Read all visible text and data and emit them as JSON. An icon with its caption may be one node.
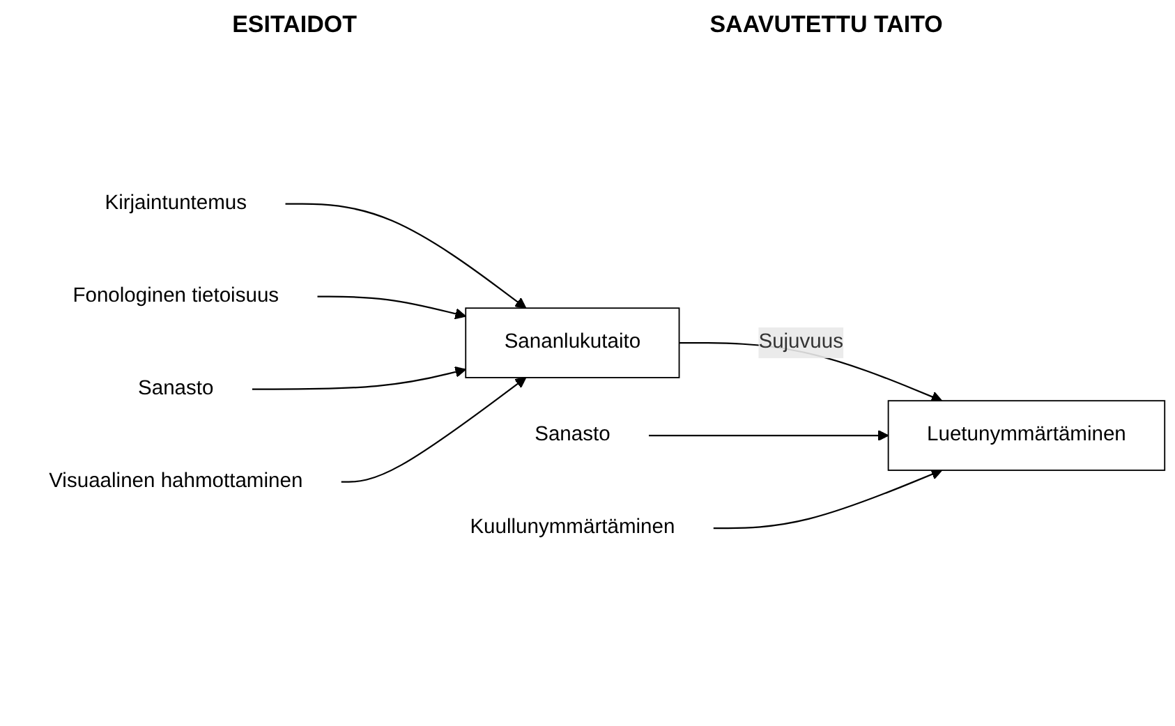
{
  "diagram": {
    "nodes": [
      {
        "text": [
          "Kirjaintuntemus"
        ]
      },
      {
        "text": [
          "Fonologinen tietoisuus"
        ]
      },
      {
        "text": [
          "Sanasto"
        ]
      },
      {
        "text": [
          "Visuaalinen hahmottaminen"
        ]
      },
      {
        "text": [
          "Sananlukutaito"
        ]
      },
      {
        "text": [
          "Sanasto"
        ]
      },
      {
        "text": [
          "Kuullunymmärtäminen"
        ]
      },
      {
        "text": [
          "Luetunymmärtäminen"
        ]
      }
    ],
    "edges": [
      {
        "from": 0,
        "to": 4,
        "arrow": "to"
      },
      {
        "from": 1,
        "to": 4,
        "arrow": "to"
      },
      {
        "from": 2,
        "to": 4,
        "arrow": "to"
      },
      {
        "from": 3,
        "to": 4,
        "arrow": "to"
      },
      {
        "from": 4,
        "to": 7,
        "arrow": "to",
        "label": "Sujuvuus"
      },
      {
        "from": 5,
        "to": 7,
        "arrow": "to"
      },
      {
        "from": 6,
        "to": 7,
        "arrow": "to"
      }
    ],
    "labels": [
      "ESITAIDOT",
      "SAAVUTETTU TAITO"
    ]
  }
}
